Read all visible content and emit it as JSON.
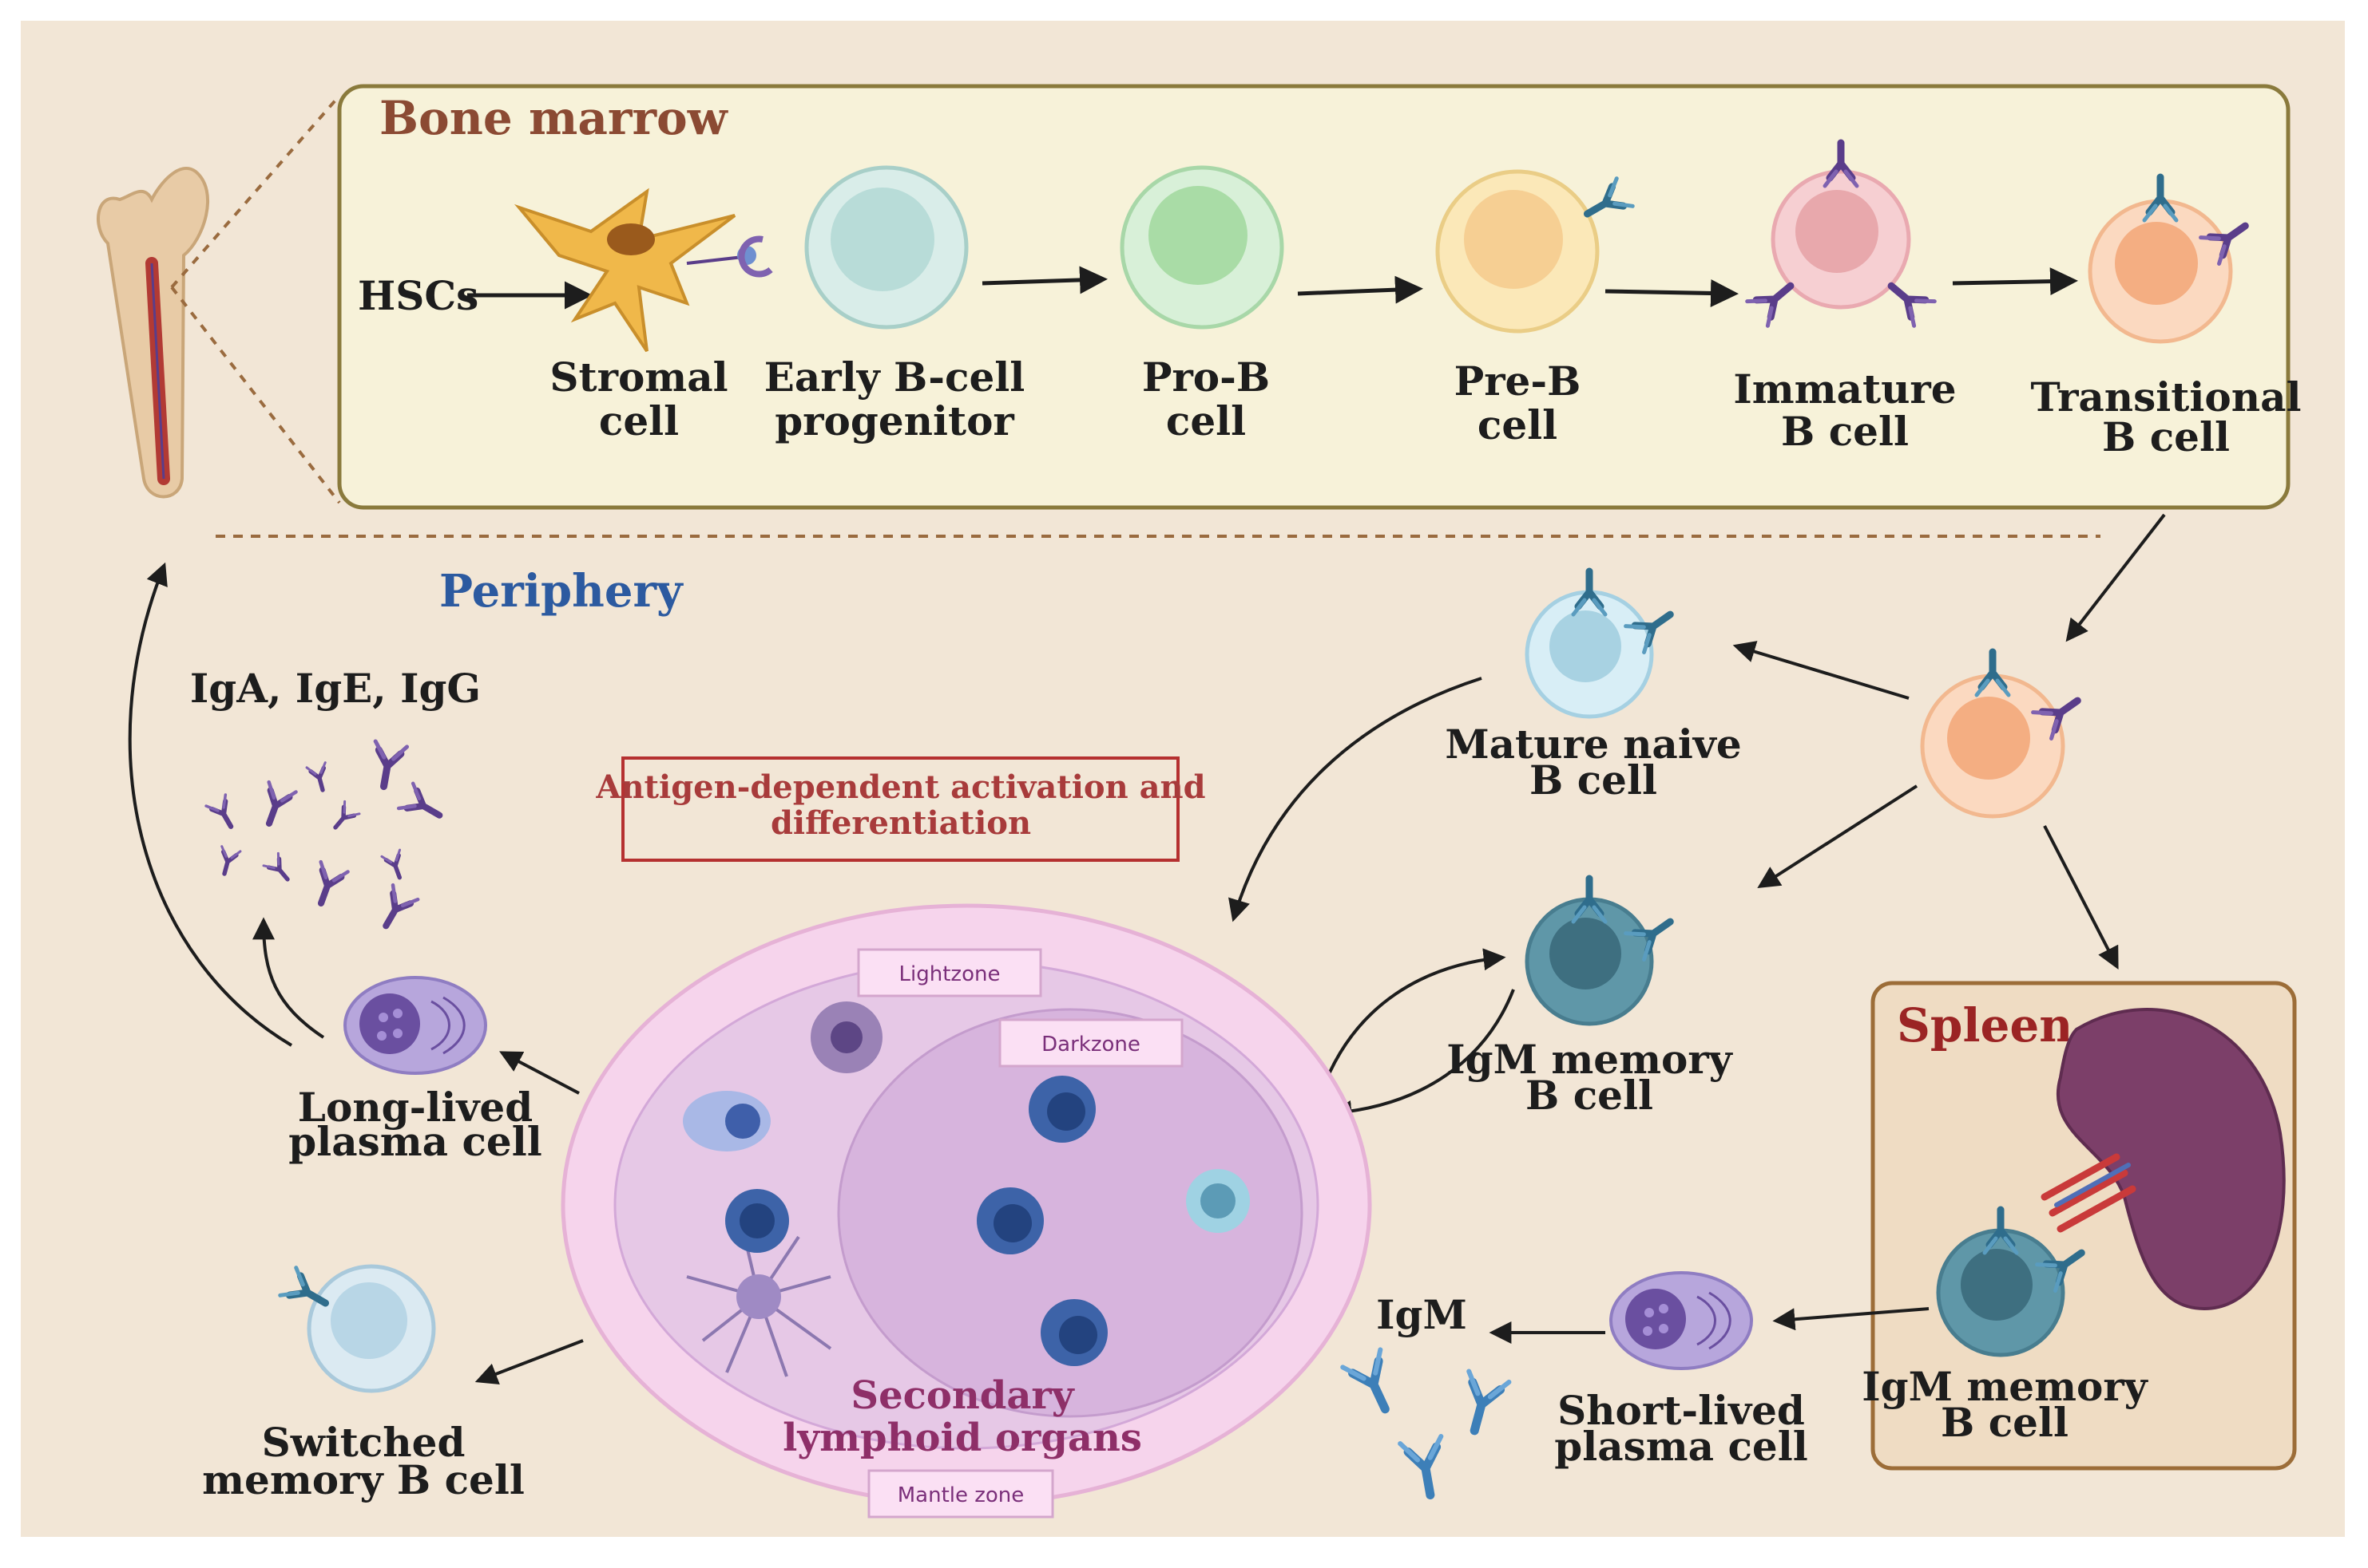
{
  "sections": {
    "bone_marrow": "Bone marrow",
    "periphery": "Periphery",
    "spleen": "Spleen"
  },
  "labels": {
    "hscs": "HSCs",
    "stromal": [
      "Stromal",
      "cell"
    ],
    "early_b": [
      "Early B-cell",
      "progenitor"
    ],
    "pro_b": [
      "Pro-B",
      "cell"
    ],
    "pre_b": [
      "Pre-B",
      "cell"
    ],
    "immature_b": [
      "Immature",
      "B cell"
    ],
    "transitional_b": [
      "Transitional",
      "B cell"
    ],
    "mature_naive": [
      "Mature naive",
      "B cell"
    ],
    "igm_memory_mid": [
      "IgM memory",
      "B cell"
    ],
    "igm_memory_spleen": [
      "IgM memory",
      "B cell"
    ],
    "long_lived": [
      "Long-lived",
      "plasma cell"
    ],
    "short_lived": [
      "Short-lived",
      "plasma cell"
    ],
    "switched_memory": [
      "Switched",
      "memory B cell"
    ],
    "iga_ige_igg": "IgA, IgE, IgG",
    "igm": "IgM",
    "antigen_box": [
      "Antigen-dependent activation and",
      "differentiation"
    ],
    "secondary": [
      "Secondary",
      "lymphoid organs"
    ],
    "light_zone": "Lightzone",
    "dark_zone": "Darkzone",
    "mantle_zone": "Mantle zone"
  },
  "colors": {
    "background": "#f2e6d6",
    "bone_marrow_panel": "#f7f2d9",
    "spleen_panel": "#efdcc3",
    "lymphoid_outer": "#f6d4ec",
    "lymphoid_inner": "#e3c4e4",
    "antibody_purple": "#5a3d8a",
    "antibody_teal": "#2f6d8c",
    "antibody_blue": "#3d7fb8"
  }
}
